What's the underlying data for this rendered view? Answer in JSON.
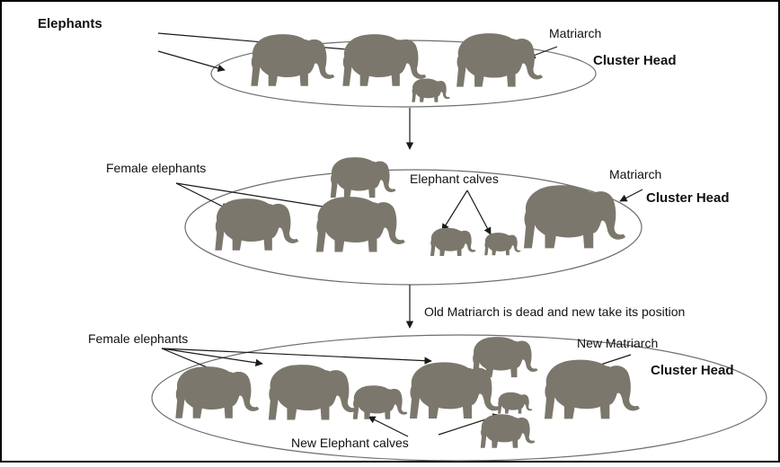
{
  "labels": {
    "elephants": "Elephants",
    "matriarch_1": "Matriarch",
    "cluster_head_1": "Cluster Head",
    "female_elephants_2": "Female elephants",
    "elephant_calves": "Elephant calves",
    "matriarch_2": "Matriarch",
    "cluster_head_2": "Cluster Head",
    "transition_note": "Old Matriarch is dead and new take its position",
    "female_elephants_3": "Female elephants",
    "new_matriarch": "New Matriarch",
    "cluster_head_3": "Cluster Head",
    "new_elephant_calves": "New Elephant calves"
  },
  "colors": {
    "elephant_fill": "#7b776c",
    "frame_border": "#000000"
  }
}
